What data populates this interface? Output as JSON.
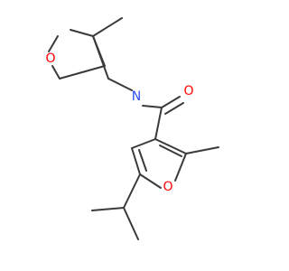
{
  "molecule": {
    "atoms": {
      "o_ring": {
        "symbol": "O",
        "color": "#ff0000"
      },
      "n_amide": {
        "symbol": "N",
        "color": "#3050f8"
      },
      "o_carbonyl": {
        "symbol": "O",
        "color": "#ff0000"
      },
      "o_furan": {
        "symbol": "O",
        "color": "#ff0000"
      }
    },
    "bond_color": "#3a3a3a"
  }
}
